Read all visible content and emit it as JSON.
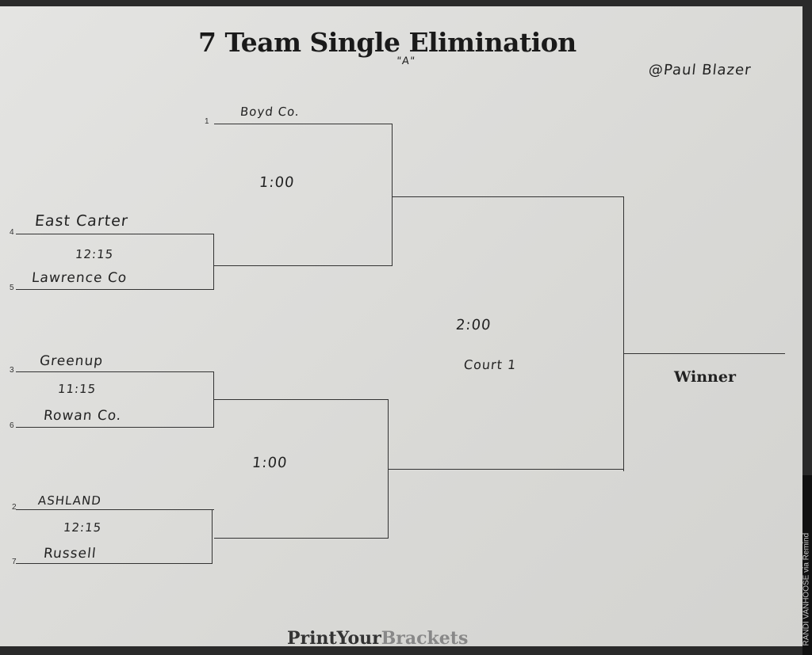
{
  "title": "7 Team Single Elimination",
  "bracket_label": "\"A\"",
  "author": "@Paul Blazer",
  "winner_label": "Winner",
  "brand": {
    "part1": "PrintYour",
    "part2": "Brackets"
  },
  "credit": "RANDI VANHOOSE via Remind",
  "teams": [
    {
      "seed": "1",
      "name": "Boyd Co."
    },
    {
      "seed": "4",
      "name": "East Carter"
    },
    {
      "seed": "5",
      "name": "Lawrence Co"
    },
    {
      "seed": "3",
      "name": "Greenup"
    },
    {
      "seed": "6",
      "name": "Rowan Co."
    },
    {
      "seed": "2",
      "name": "ASHLAND"
    },
    {
      "seed": "7",
      "name": "Russell"
    }
  ],
  "times": {
    "r1_top": "12:15",
    "r1_mid": "11:15",
    "r1_bot": "12:15",
    "r2_top": "1:00",
    "r2_bot": "1:00",
    "final": "2:00",
    "final_court": "Court 1"
  }
}
